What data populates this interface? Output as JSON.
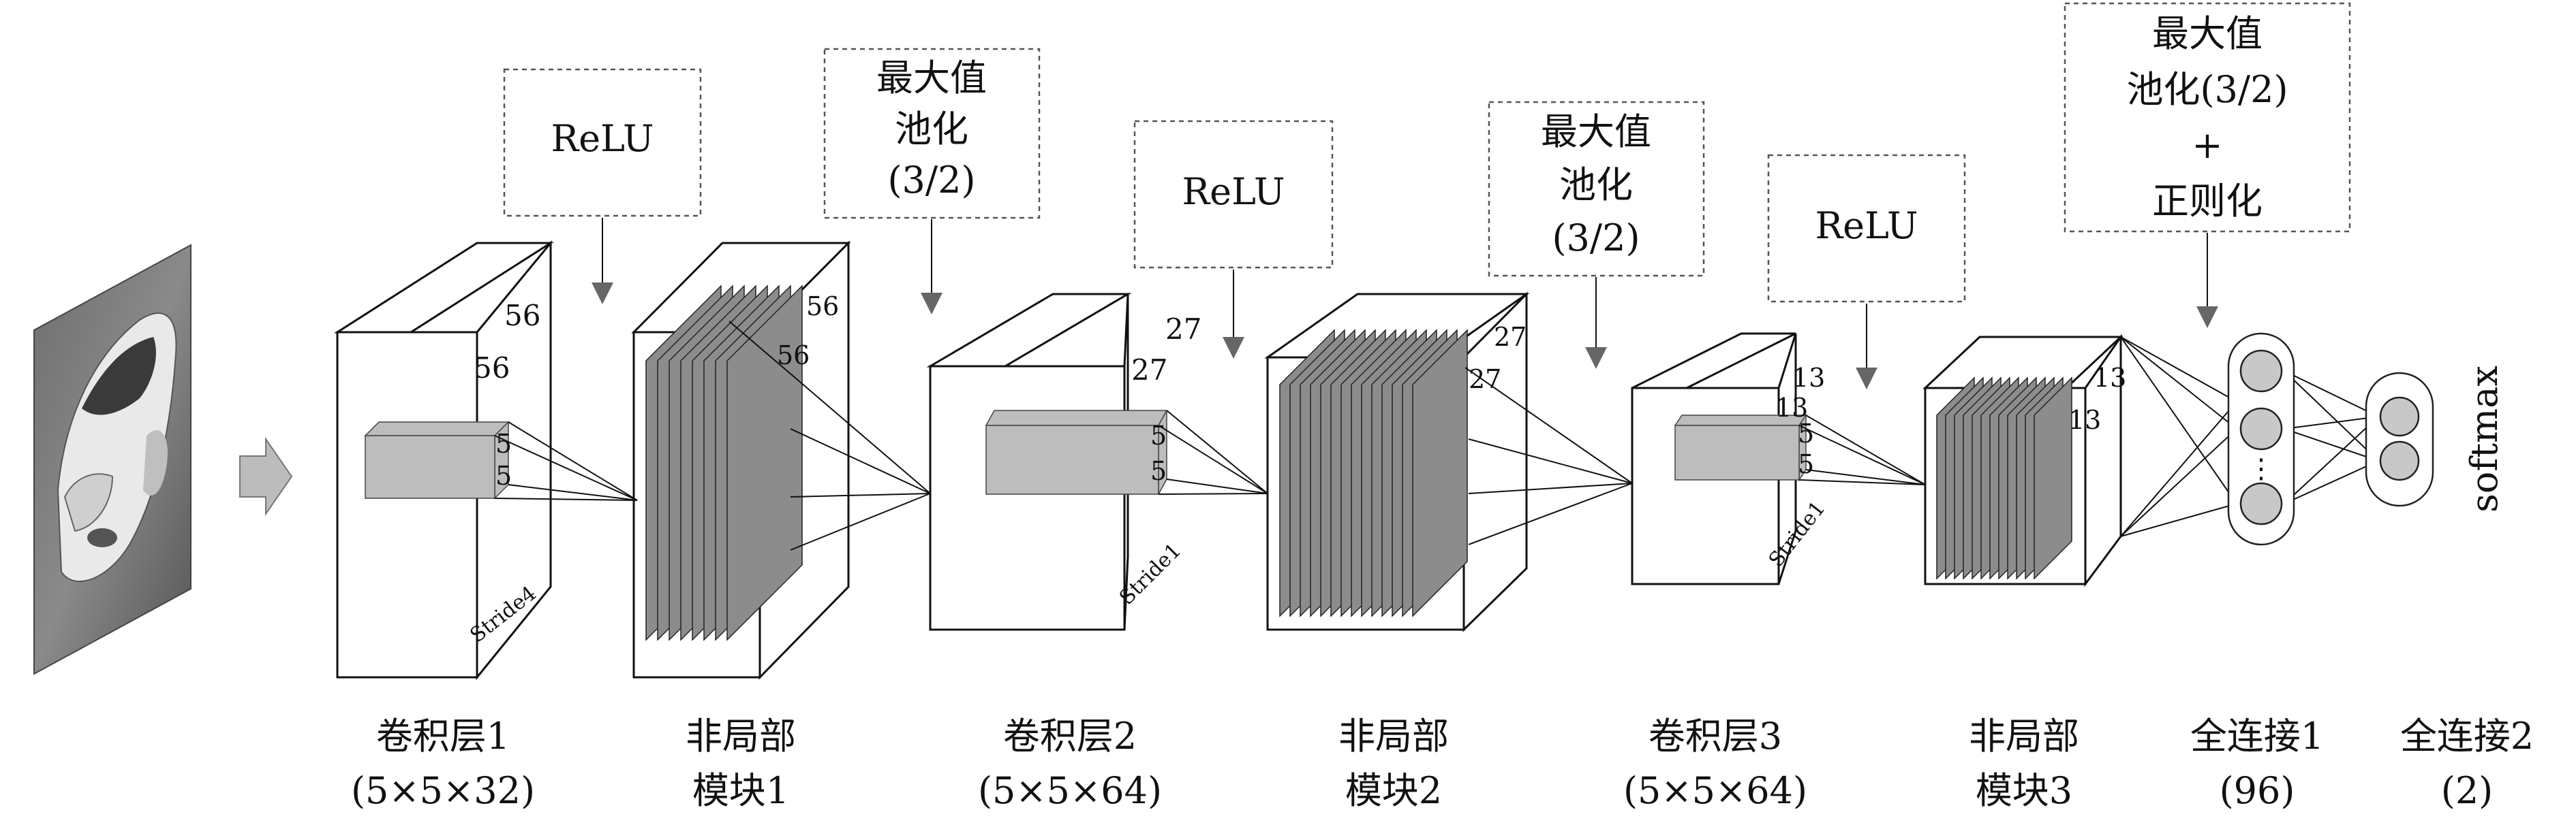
{
  "op_boxes": [
    {
      "id": "relu1",
      "lines": [
        "ReLU"
      ]
    },
    {
      "id": "pool1",
      "lines": [
        "最大值",
        "池化",
        "(3/2)"
      ]
    },
    {
      "id": "relu2",
      "lines": [
        "ReLU"
      ]
    },
    {
      "id": "pool2",
      "lines": [
        "最大值",
        "池化",
        "(3/2)"
      ]
    },
    {
      "id": "relu3",
      "lines": [
        "ReLU"
      ]
    },
    {
      "id": "pool3",
      "lines": [
        "最大值",
        "池化(3/2)",
        "+",
        "正则化"
      ]
    }
  ],
  "layers": [
    {
      "id": "conv1",
      "caption": [
        "卷积层1",
        "(5×5×32)"
      ],
      "dims": [
        "56",
        "56"
      ],
      "kernel": [
        "5",
        "5"
      ],
      "stride": "Stride4"
    },
    {
      "id": "nl1",
      "caption": [
        "非局部",
        "模块1"
      ],
      "dims": [
        "56",
        "56"
      ]
    },
    {
      "id": "conv2",
      "caption": [
        "卷积层2",
        "(5×5×64)"
      ],
      "dims": [
        "27",
        "27"
      ],
      "kernel": [
        "5",
        "5"
      ],
      "stride": "Stride1"
    },
    {
      "id": "nl2",
      "caption": [
        "非局部",
        "模块2"
      ],
      "dims": [
        "27",
        "27"
      ]
    },
    {
      "id": "conv3",
      "caption": [
        "卷积层3",
        "(5×5×64)"
      ],
      "dims": [
        "13",
        "13"
      ],
      "kernel": [
        "5",
        "5"
      ],
      "stride": "Stride1"
    },
    {
      "id": "nl3",
      "caption": [
        "非局部",
        "模块3"
      ],
      "dims": [
        "13",
        "13"
      ]
    },
    {
      "id": "fc1",
      "caption": [
        "全连接1",
        "(96)"
      ],
      "ellipsis": "⋮"
    },
    {
      "id": "fc2",
      "caption": [
        "全连接2",
        "(2)"
      ]
    }
  ],
  "output_label": "softmax",
  "colors": {
    "sheet": "#8c8c8c",
    "kernel": "#bdbdbd",
    "neuron": "#c8c8c8",
    "arrow": "#666666",
    "input_arrow": "#bcbcbc"
  }
}
